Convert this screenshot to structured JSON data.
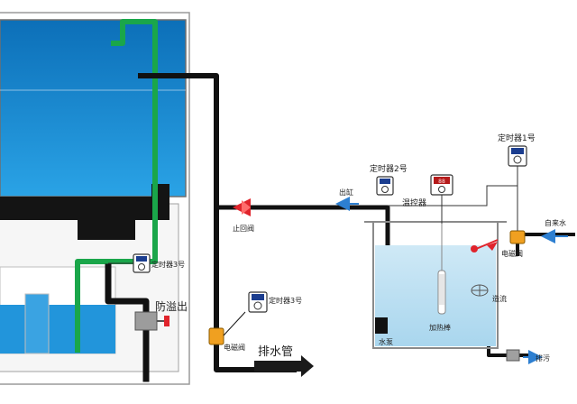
{
  "labels": {
    "timer_1": "定时器1号",
    "timer_2": "定时器2号",
    "timer_3_left": "定时器3号",
    "timer_3_right": "定时器3号",
    "temp_controller": "温控器",
    "check_valve": "止回阀",
    "overflow_outlet": "防溢出",
    "solenoid_valve_left": "电磁阀",
    "solenoid_valve_right": "电磁阀",
    "drain_pipe": "排水管",
    "outlet": "出缸",
    "tap_water": "自来水",
    "heater_rod": "加热棒",
    "water_pump": "水泵",
    "circulation": "造流",
    "sewage_drain": "排污"
  },
  "displays": {
    "temp_readout": "88"
  },
  "colors": {
    "tank_water": "#1a8fd6",
    "sump_water": "#bfe1f2",
    "pipe_black": "#111111",
    "pipe_green": "#1aa64a",
    "arrow_blue": "#2d7fd1",
    "check_valve_red": "#e0242c",
    "solenoid_orange": "#f0a020",
    "tank_frame": "#888888"
  }
}
